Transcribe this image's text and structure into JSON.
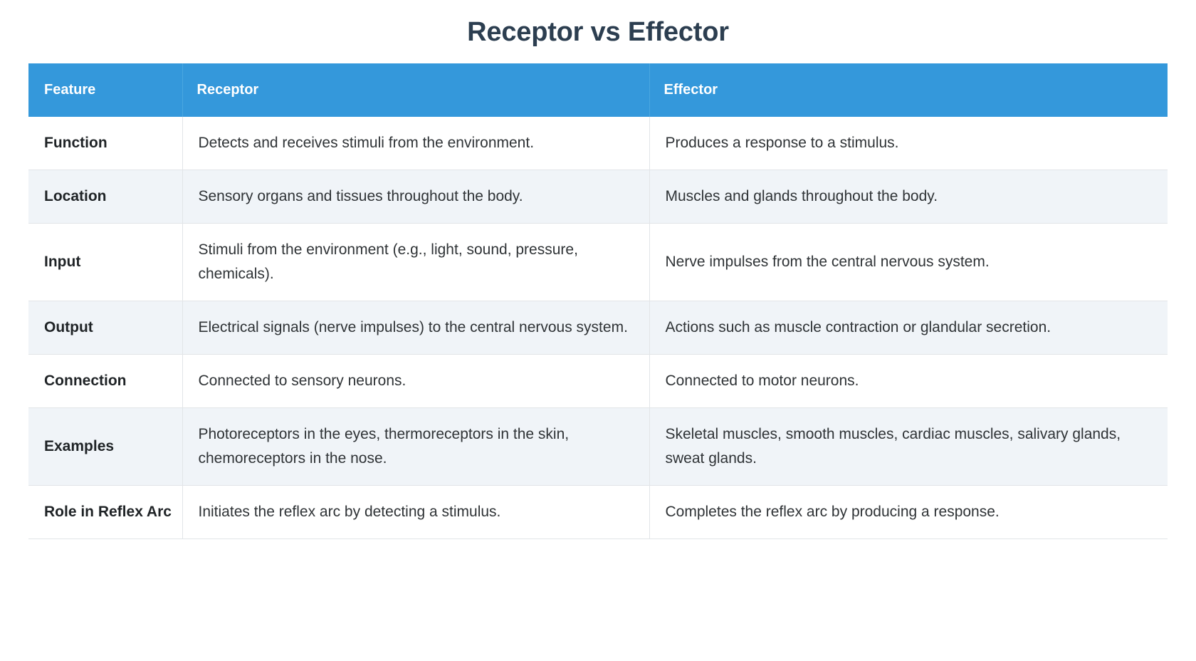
{
  "page": {
    "title": "Receptor vs Effector"
  },
  "theme": {
    "header_bg": "#3498db",
    "header_text": "#ffffff",
    "title_color": "#2c3e50",
    "row_alt_bg": "#f0f4f8",
    "row_bg": "#ffffff",
    "body_text": "#2f3336",
    "border": "#e2e5e8"
  },
  "table": {
    "columns": [
      {
        "key": "feature",
        "label": "Feature"
      },
      {
        "key": "receptor",
        "label": "Receptor"
      },
      {
        "key": "effector",
        "label": "Effector"
      }
    ],
    "rows": [
      {
        "feature": "Function",
        "receptor": "Detects and receives stimuli from the environment.",
        "effector": "Produces a response to a stimulus."
      },
      {
        "feature": "Location",
        "receptor": "Sensory organs and tissues throughout the body.",
        "effector": "Muscles and glands throughout the body."
      },
      {
        "feature": "Input",
        "receptor": "Stimuli from the environment (e.g., light, sound, pressure, chemicals).",
        "effector": "Nerve impulses from the central nervous system."
      },
      {
        "feature": "Output",
        "receptor": "Electrical signals (nerve impulses) to the central nervous system.",
        "effector": "Actions such as muscle contraction or glandular secretion."
      },
      {
        "feature": "Connection",
        "receptor": "Connected to sensory neurons.",
        "effector": "Connected to motor neurons."
      },
      {
        "feature": "Examples",
        "receptor": "Photoreceptors in the eyes, thermoreceptors in the skin, chemoreceptors in the nose.",
        "effector": "Skeletal muscles, smooth muscles, cardiac muscles, salivary glands, sweat glands."
      },
      {
        "feature": "Role in Reflex Arc",
        "receptor": "Initiates the reflex arc by detecting a stimulus.",
        "effector": "Completes the reflex arc by producing a response."
      }
    ]
  }
}
